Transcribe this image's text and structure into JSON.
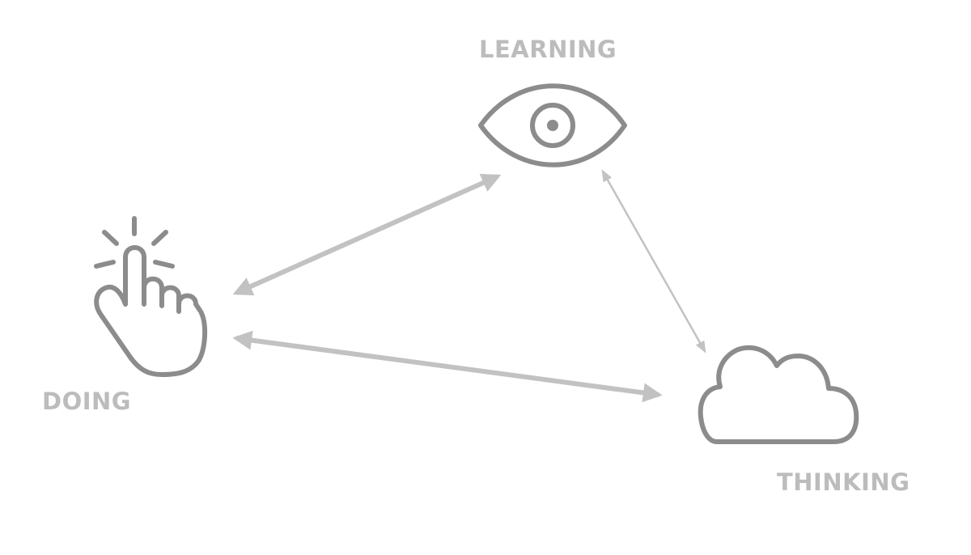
{
  "diagram": {
    "nodes": [
      {
        "id": "learning",
        "label": "LEARNING",
        "icon": "eye-icon"
      },
      {
        "id": "doing",
        "label": "DOING",
        "icon": "pointing-hand-icon"
      },
      {
        "id": "thinking",
        "label": "THINKING",
        "icon": "cloud-icon"
      }
    ],
    "edges": [
      {
        "from": "doing",
        "to": "learning",
        "direction": "both"
      },
      {
        "from": "learning",
        "to": "thinking",
        "direction": "both"
      },
      {
        "from": "doing",
        "to": "thinking",
        "direction": "both"
      }
    ]
  },
  "colors": {
    "icon": "#8c8c8c",
    "label": "#bcbcbc",
    "arrow": "#c2c2c2"
  }
}
